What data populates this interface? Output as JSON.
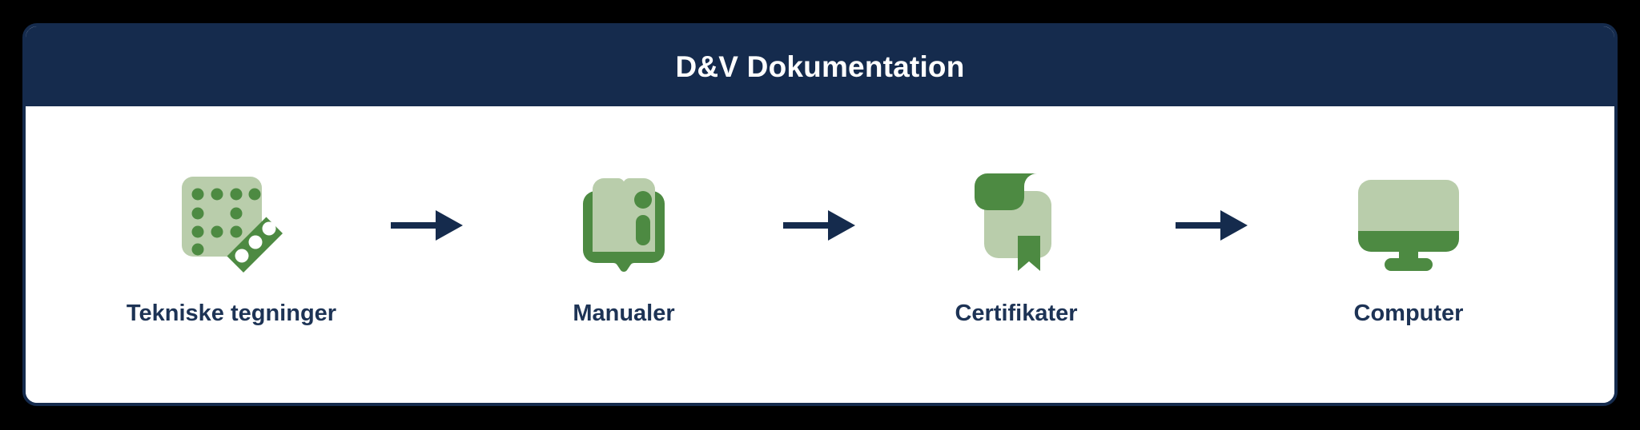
{
  "page": {
    "background_color": "#000000"
  },
  "card": {
    "border_color": "#152b4d",
    "body_background": "#ffffff",
    "header": {
      "background_color": "#152b4d",
      "title": "D&V Dokumentation",
      "title_color": "#ffffff"
    }
  },
  "palette": {
    "navy": "#152b4d",
    "label_navy": "#1d3355",
    "green_light": "#b9cdab",
    "green_dark": "#4d8a42",
    "white": "#ffffff",
    "black": "#000000"
  },
  "flow": {
    "steps": [
      {
        "id": "tekniske-tegninger",
        "label": "Tekniske tegninger",
        "icon": "technical-drawing-icon"
      },
      {
        "id": "manualer",
        "label": "Manualer",
        "icon": "manual-book-icon"
      },
      {
        "id": "certifikater",
        "label": "Certifikater",
        "icon": "certificate-scroll-icon"
      },
      {
        "id": "computer",
        "label": "Computer",
        "icon": "computer-monitor-icon"
      }
    ],
    "connectors": [
      {
        "id": "arrow-1",
        "icon": "arrow-right-icon",
        "color": "#152b4d"
      },
      {
        "id": "arrow-2",
        "icon": "arrow-right-icon",
        "color": "#152b4d"
      },
      {
        "id": "arrow-3",
        "icon": "arrow-right-icon",
        "color": "#152b4d"
      }
    ]
  }
}
